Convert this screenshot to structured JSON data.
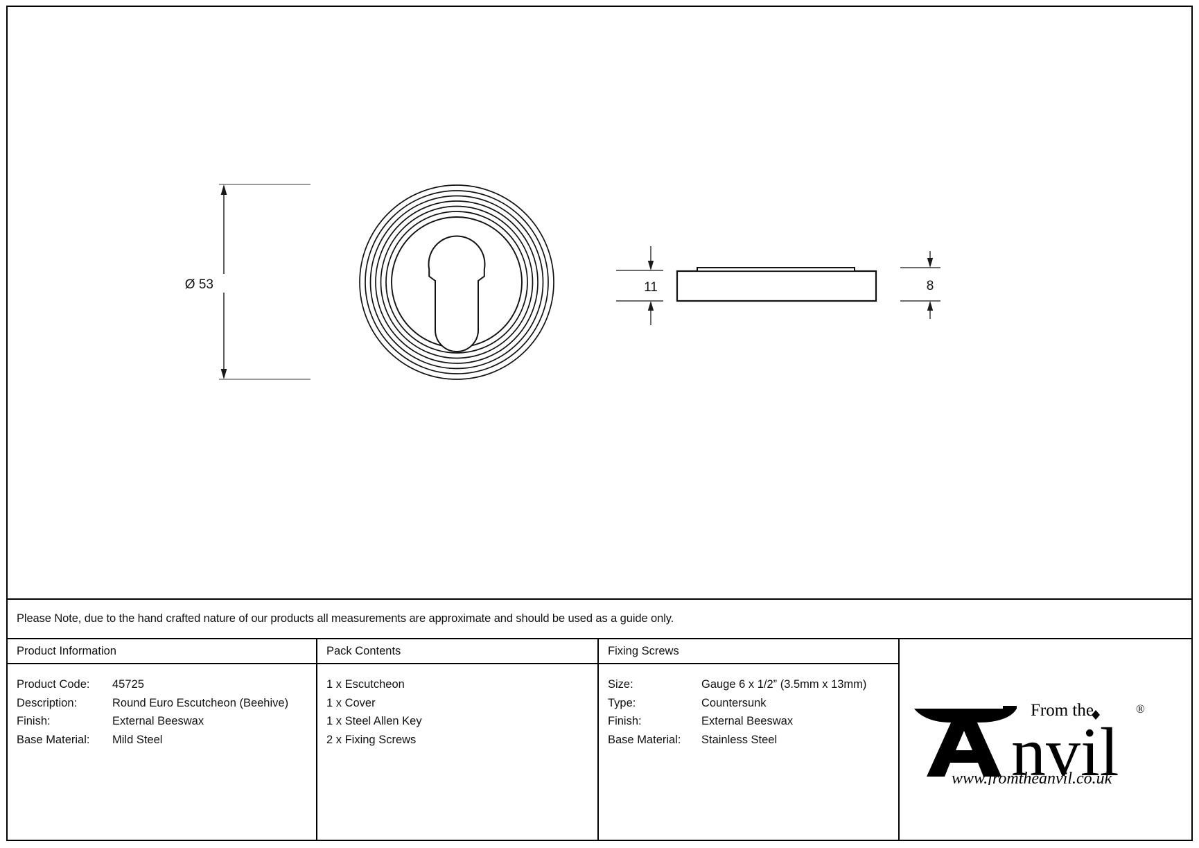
{
  "drawing": {
    "dimensions": {
      "diameter_label": "Ø 53",
      "depth_label": "11",
      "rose_thickness_label": "8"
    },
    "views": {
      "front_view_name": "round-euro-escutcheon-front-view",
      "side_view_name": "round-euro-escutcheon-side-view"
    }
  },
  "note": {
    "text": "Please Note, due to the hand crafted nature of our products all measurements are approximate and should be used as a guide only."
  },
  "table": {
    "product_information": {
      "header": "Product Information",
      "rows": [
        {
          "label": "Product Code:",
          "value": "45725"
        },
        {
          "label": "Description:",
          "value": "Round Euro Escutcheon (Beehive)"
        },
        {
          "label": "Finish:",
          "value": "External Beeswax"
        },
        {
          "label": "Base Material:",
          "value": "Mild Steel"
        }
      ]
    },
    "pack_contents": {
      "header": "Pack Contents",
      "items": [
        "1 x Escutcheon",
        "1 x Cover",
        "1 x Steel Allen Key",
        "2 x Fixing Screws"
      ]
    },
    "fixing_screws": {
      "header": "Fixing Screws",
      "rows": [
        {
          "label": "Size:",
          "value": "Gauge 6 x 1/2” (3.5mm x 13mm)"
        },
        {
          "label": "Type:",
          "value": "Countersunk"
        },
        {
          "label": "Finish:",
          "value": "External Beeswax"
        },
        {
          "label": "Base Material:",
          "value": "Stainless Steel"
        }
      ]
    }
  },
  "logo": {
    "tagline": "From the",
    "brand": "nvil",
    "registered": "®",
    "website": "www.fromtheanvil.co.uk"
  },
  "colors": {
    "ink": "#1a1a1a",
    "line": "#000000",
    "dim_line": "#5a5a5a",
    "paper": "#ffffff"
  }
}
